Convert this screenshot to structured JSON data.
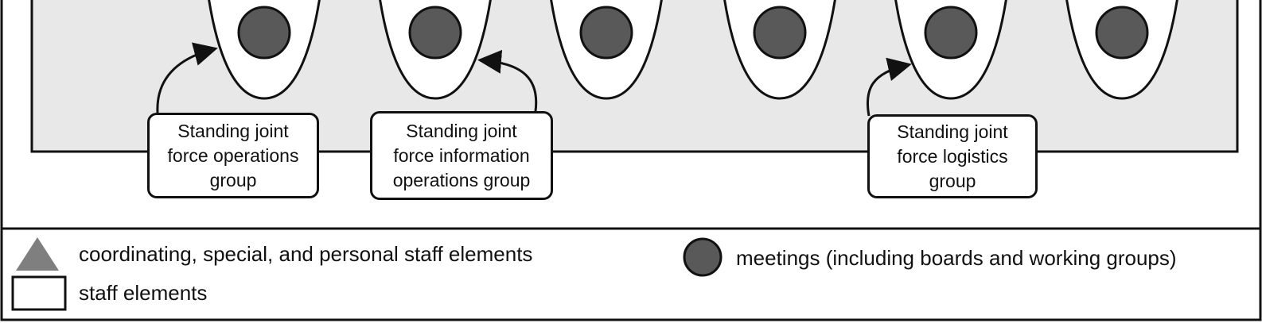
{
  "groups": [
    {
      "lines": [
        "Standing joint",
        "force operations",
        "group"
      ]
    },
    {
      "lines": [
        "Standing joint",
        "force information",
        "operations group"
      ]
    },
    {
      "lines": [
        "Standing joint",
        "force logistics",
        "group"
      ]
    }
  ],
  "legend": {
    "triangle_label": "coordinating, special, and personal staff elements",
    "rect_label": "staff elements",
    "meeting_label": "meetings (including boards and working groups)"
  },
  "colors": {
    "panel_fill": "#e8e8e8",
    "meeting_fill": "#595959",
    "triangle_fill": "#7f7f7f",
    "stroke": "#111111"
  }
}
